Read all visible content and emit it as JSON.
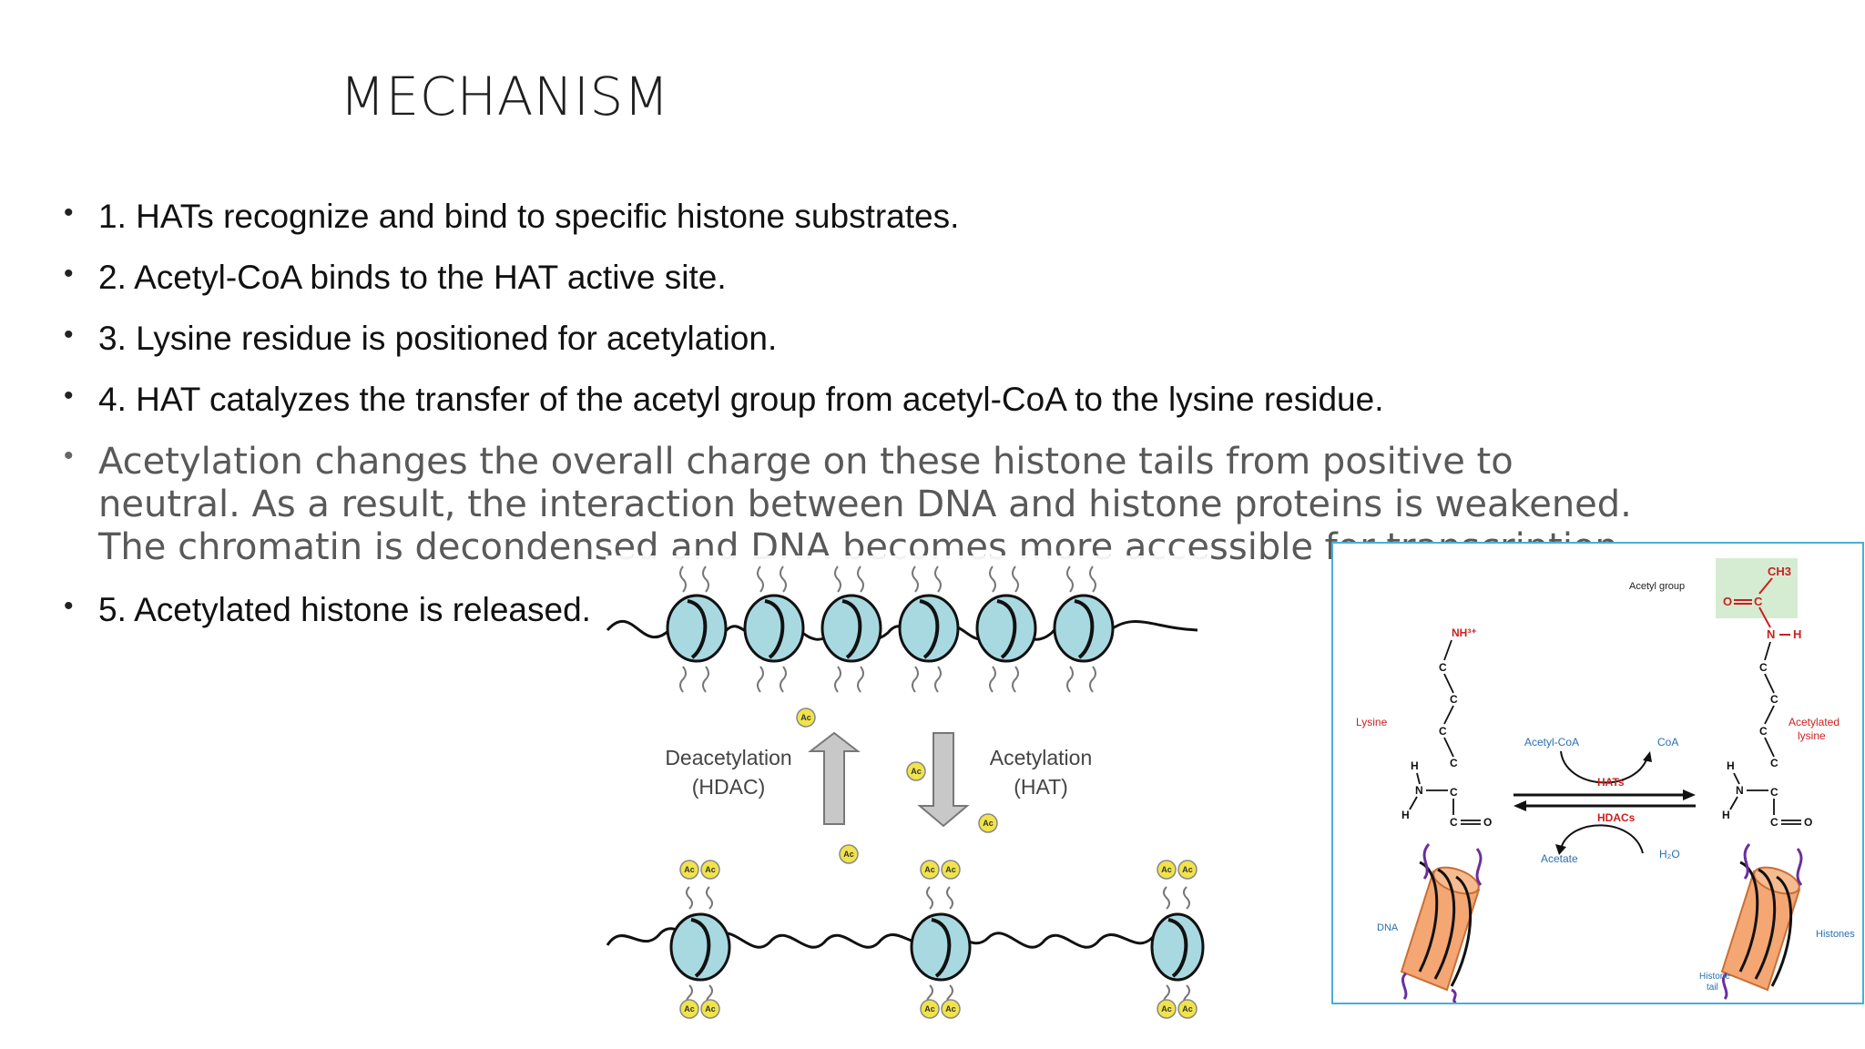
{
  "slide": {
    "title": "MECHANISM",
    "bullets": [
      "1. HATs recognize and bind to specific histone substrates.",
      "2. Acetyl-CoA binds to the HAT active site.",
      "3. Lysine residue is positioned for acetylation.",
      "4. HAT catalyzes the transfer of the acetyl group from acetyl-CoA to the lysine residue.",
      "Acetylation changes the overall charge on these histone tails from positive to neutral. As a result, the interaction between DNA and histone proteins is weakened. The chromatin is decondensed and DNA becomes more accessible for transcription.",
      " 5. Acetylated histone is released."
    ]
  },
  "figure_left": {
    "label_deacetylation": "Deacetylation",
    "label_hdac": "(HDAC)",
    "label_acetylation": "Acetylation",
    "label_hat": "(HAT)",
    "ac_label": "Ac"
  },
  "figure_right": {
    "acetyl_group": "Acetyl group",
    "ch3": "CH3",
    "o": "O",
    "c": "C",
    "n": "N",
    "h": "H",
    "nh3": "NH³⁺",
    "lysine": "Lysine",
    "acetylated_lysine_1": "Acetylated",
    "acetylated_lysine_2": "lysine",
    "acetyl_coa": "Acetyl-CoA",
    "coa": "CoA",
    "hats": "HATs",
    "hdacs": "HDACs",
    "acetate": "Acetate",
    "h2o": "H₂O",
    "dna": "DNA",
    "histones": "Histones",
    "histone_tail_1": "Histone",
    "histone_tail_2": "tail"
  },
  "colors": {
    "nucleosome": "#a9d9e0",
    "ac_fill": "#f1e34a",
    "red_label": "#cc1f1f",
    "blue_label": "#2a6fb0",
    "histone_orange": "#f4a673",
    "tail_purple": "#6b2f9b",
    "frame_blue": "#4aaed9"
  }
}
